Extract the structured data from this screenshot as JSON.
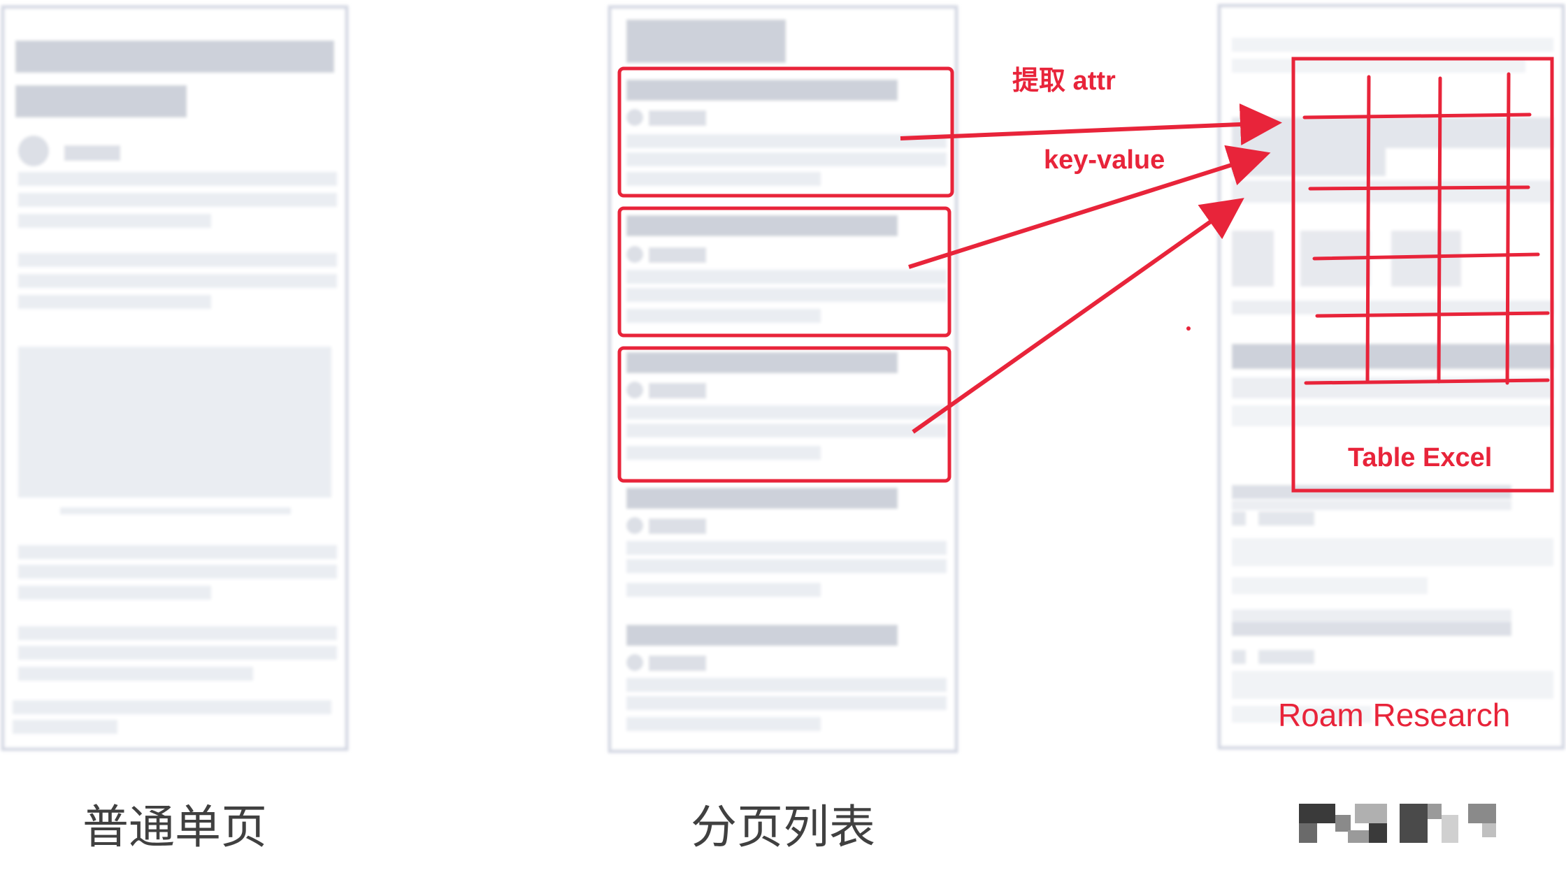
{
  "panels": {
    "single_page": {
      "caption": "普通单页"
    },
    "paged_list": {
      "caption": "分页列表"
    },
    "roam": {
      "caption_logo": "pixelated-logo"
    }
  },
  "annotations": {
    "extract_attr": "提取 attr",
    "key_value": "key-value",
    "table_excel": "Table Excel",
    "roam_research": "Roam Research"
  },
  "colors": {
    "accent_red": "#e8243a",
    "frame": "#d6d9e4",
    "placeholder_dark": "#cdd1da",
    "placeholder_light": "#eaedf2",
    "caption_text": "#404040"
  }
}
